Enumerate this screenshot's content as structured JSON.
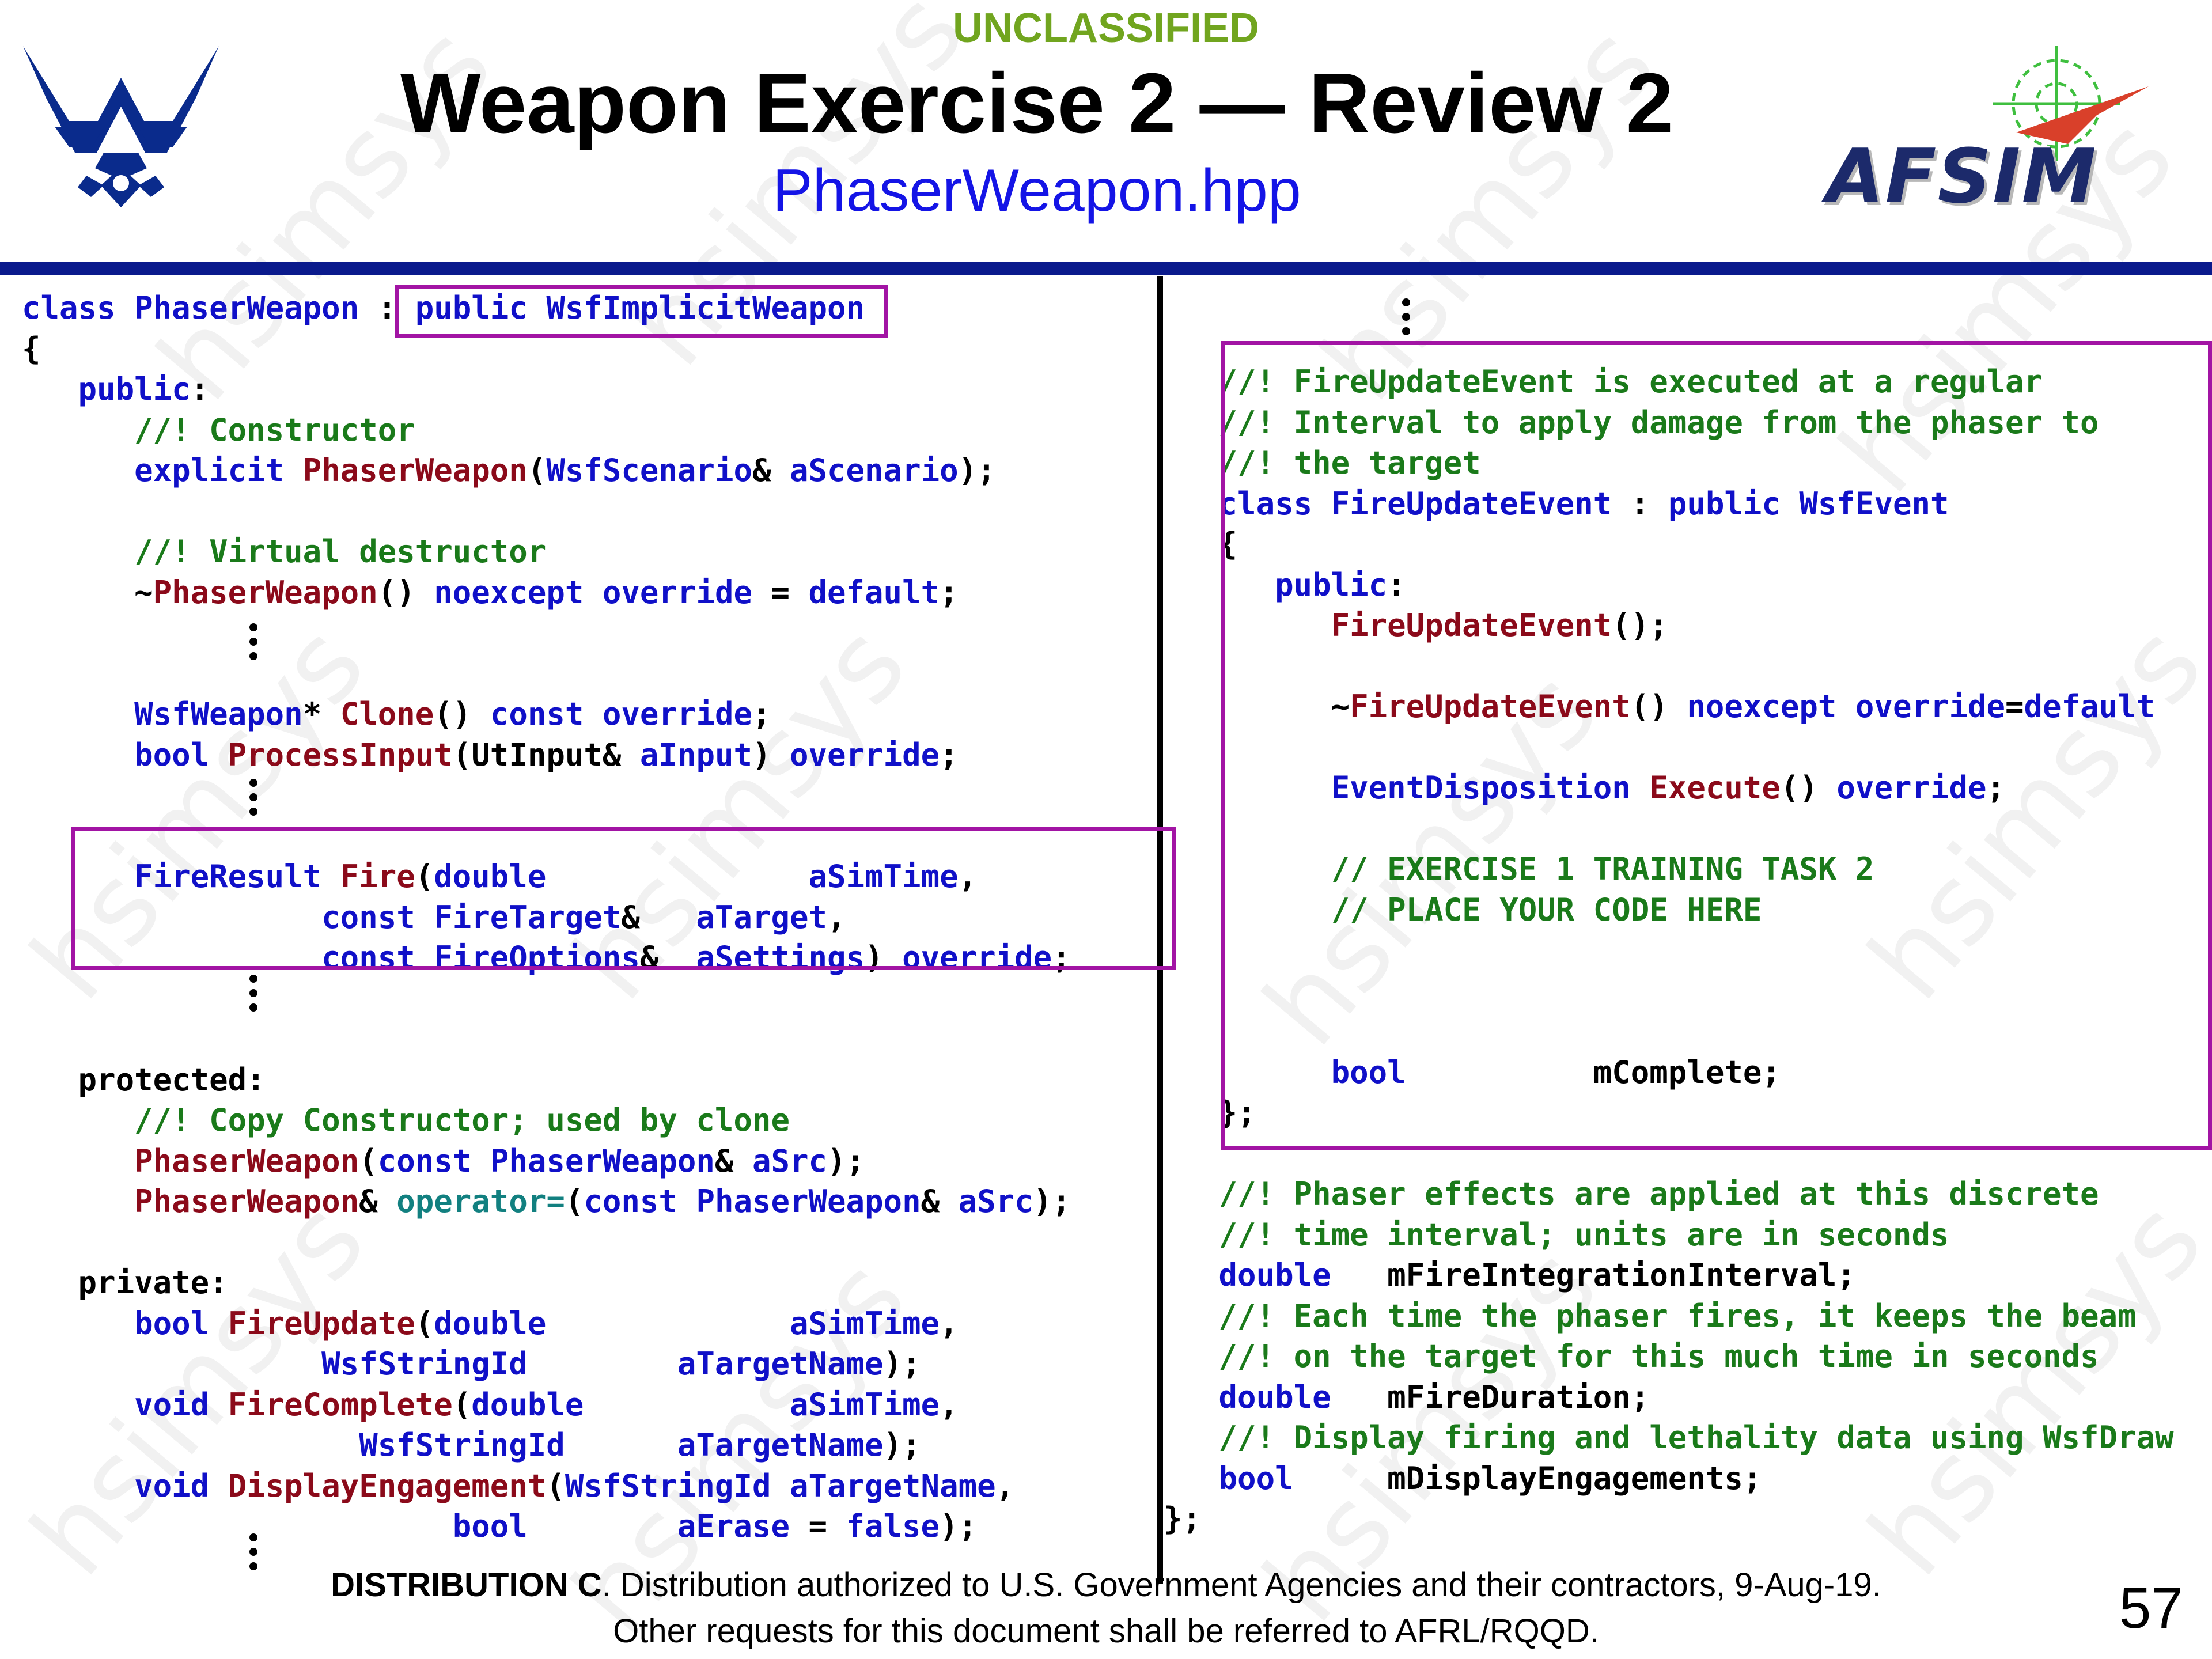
{
  "classification": "UNCLASSIFIED",
  "title": "Weapon Exercise 2 — Review 2",
  "subtitle": "PhaserWeapon.hpp",
  "logos": {
    "left": "air-force-wing-logo",
    "right_text": "AFSIM"
  },
  "code_left": {
    "class_decl": "class",
    "class_name": "PhaserWeapon",
    "base_spec": "public WsfImplicitWeapon",
    "public_label": "public",
    "ctor_comment": "//! Constructor",
    "ctor_explicit": "explicit",
    "ctor_name": "PhaserWeapon",
    "ctor_param_type": "WsfScenario",
    "ctor_param_name": "aScenario",
    "dtor_comment": "//! Virtual destructor",
    "dtor_name": "PhaserWeapon",
    "noexcept": "noexcept",
    "override": "override",
    "default": "default",
    "clone_type": "WsfWeapon",
    "clone_name": "Clone",
    "const": "const",
    "bool": "bool",
    "process_name": "ProcessInput",
    "utinput": "UtInput",
    "ainput": "aInput",
    "fire_result": "FireResult",
    "fire_name": "Fire",
    "double": "double",
    "asimtime": "aSimTime",
    "fire_target": "FireTarget",
    "atarget": "aTarget",
    "fire_options": "FireOptions",
    "asettings": "aSettings",
    "protected_label": "protected",
    "copy_comment": "//! Copy Constructor; used by clone",
    "asrc": "aSrc",
    "operator": "operator=",
    "private_label": "private",
    "fireupdate_name": "FireUpdate",
    "stringid": "WsfStringId",
    "atargetname": "aTargetName",
    "void": "void",
    "firecomplete_name": "FireComplete",
    "display_name": "DisplayEngagement",
    "aerase": "aErase",
    "false": "false"
  },
  "code_right": {
    "comment1": "//! FireUpdateEvent is executed at a regular",
    "comment2": "//! Interval to apply damage from the phaser to",
    "comment3": "//! the target",
    "class_line": "class FireUpdateEvent",
    "base_line": "public WsfEvent",
    "public_label": "public",
    "event_name": "FireUpdateEvent",
    "noexcept_override": "noexcept override",
    "default": "default",
    "disposition": "EventDisposition",
    "execute": "Execute",
    "override": "override",
    "exercise1": "// EXERCISE 1 TRAINING TASK 2",
    "exercise2": "// PLACE YOUR CODE HERE",
    "bool": "bool",
    "mcomplete": "mComplete",
    "c1": "//! Phaser effects are applied at this discrete",
    "c2": "//! time interval; units are in seconds",
    "double": "double",
    "m_interval": "mFireIntegrationInterval",
    "c3": "//! Each time the phaser fires, it keeps the beam",
    "c4": "//! on the target for this much time in seconds",
    "m_duration": "mFireDuration",
    "c5": "//! Display firing and lethality data using WsfDraw",
    "m_display": "mDisplayEngagements"
  },
  "footer": {
    "bold": "DISTRIBUTION C",
    "line1": ". Distribution authorized to U.S. Government Agencies and their contractors, 9-Aug-19.",
    "line2": "Other requests for this document shall be referred to AFRL/RQQD."
  },
  "page_number": "57",
  "watermark": "hsimsys",
  "colors": {
    "classification": "#71a51f",
    "subtitle": "#1414e6",
    "bar": "#0a1a8c",
    "keyword": "#1010c8",
    "function": "#8b0a1a",
    "comment": "#1a7a1a",
    "box": "#a214a4"
  }
}
